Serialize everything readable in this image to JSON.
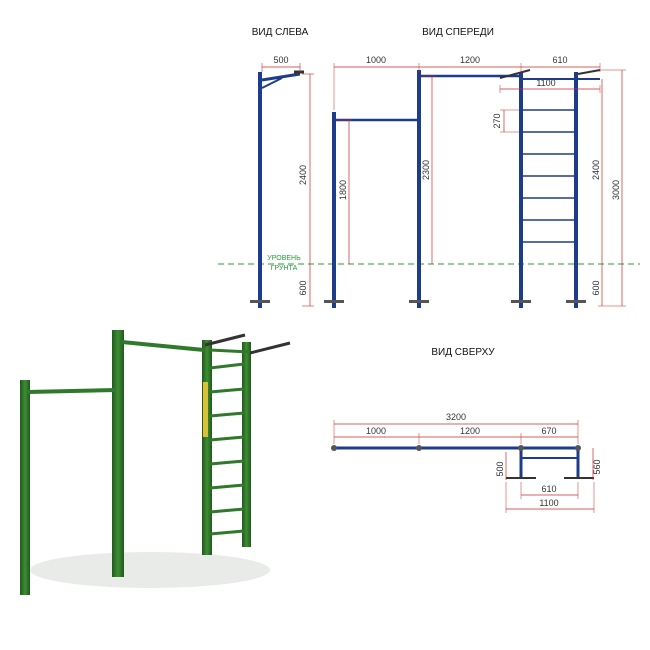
{
  "views": {
    "left": "ВИД СЛЕВА",
    "front": "ВИД СПЕРЕДИ",
    "top": "ВИД СВЕРХУ"
  },
  "ground": {
    "line1": "УРОВЕНЬ",
    "line2": "ГРУНТА"
  },
  "dims": {
    "left_width": "500",
    "left_height": "2400",
    "left_depth": "600",
    "front_w1": "1000",
    "front_w2": "1200",
    "front_w3": "610",
    "front_w4": "1100",
    "front_h_low": "1800",
    "front_h_mid": "2300",
    "front_step": "270",
    "front_h_2400": "2400",
    "front_h_3000": "3000",
    "front_depth": "600",
    "top_total": "3200",
    "top_w1": "1000",
    "top_w2": "1200",
    "top_w3": "670",
    "top_d1": "500",
    "top_d2": "560",
    "top_b1": "610",
    "top_b2": "1100"
  },
  "colors": {
    "frame_blue": "#1e3c8c",
    "dimension_red": "#cc2a2a",
    "ground_green": "#2a9a3a",
    "render_green": "#2f7a2a"
  }
}
